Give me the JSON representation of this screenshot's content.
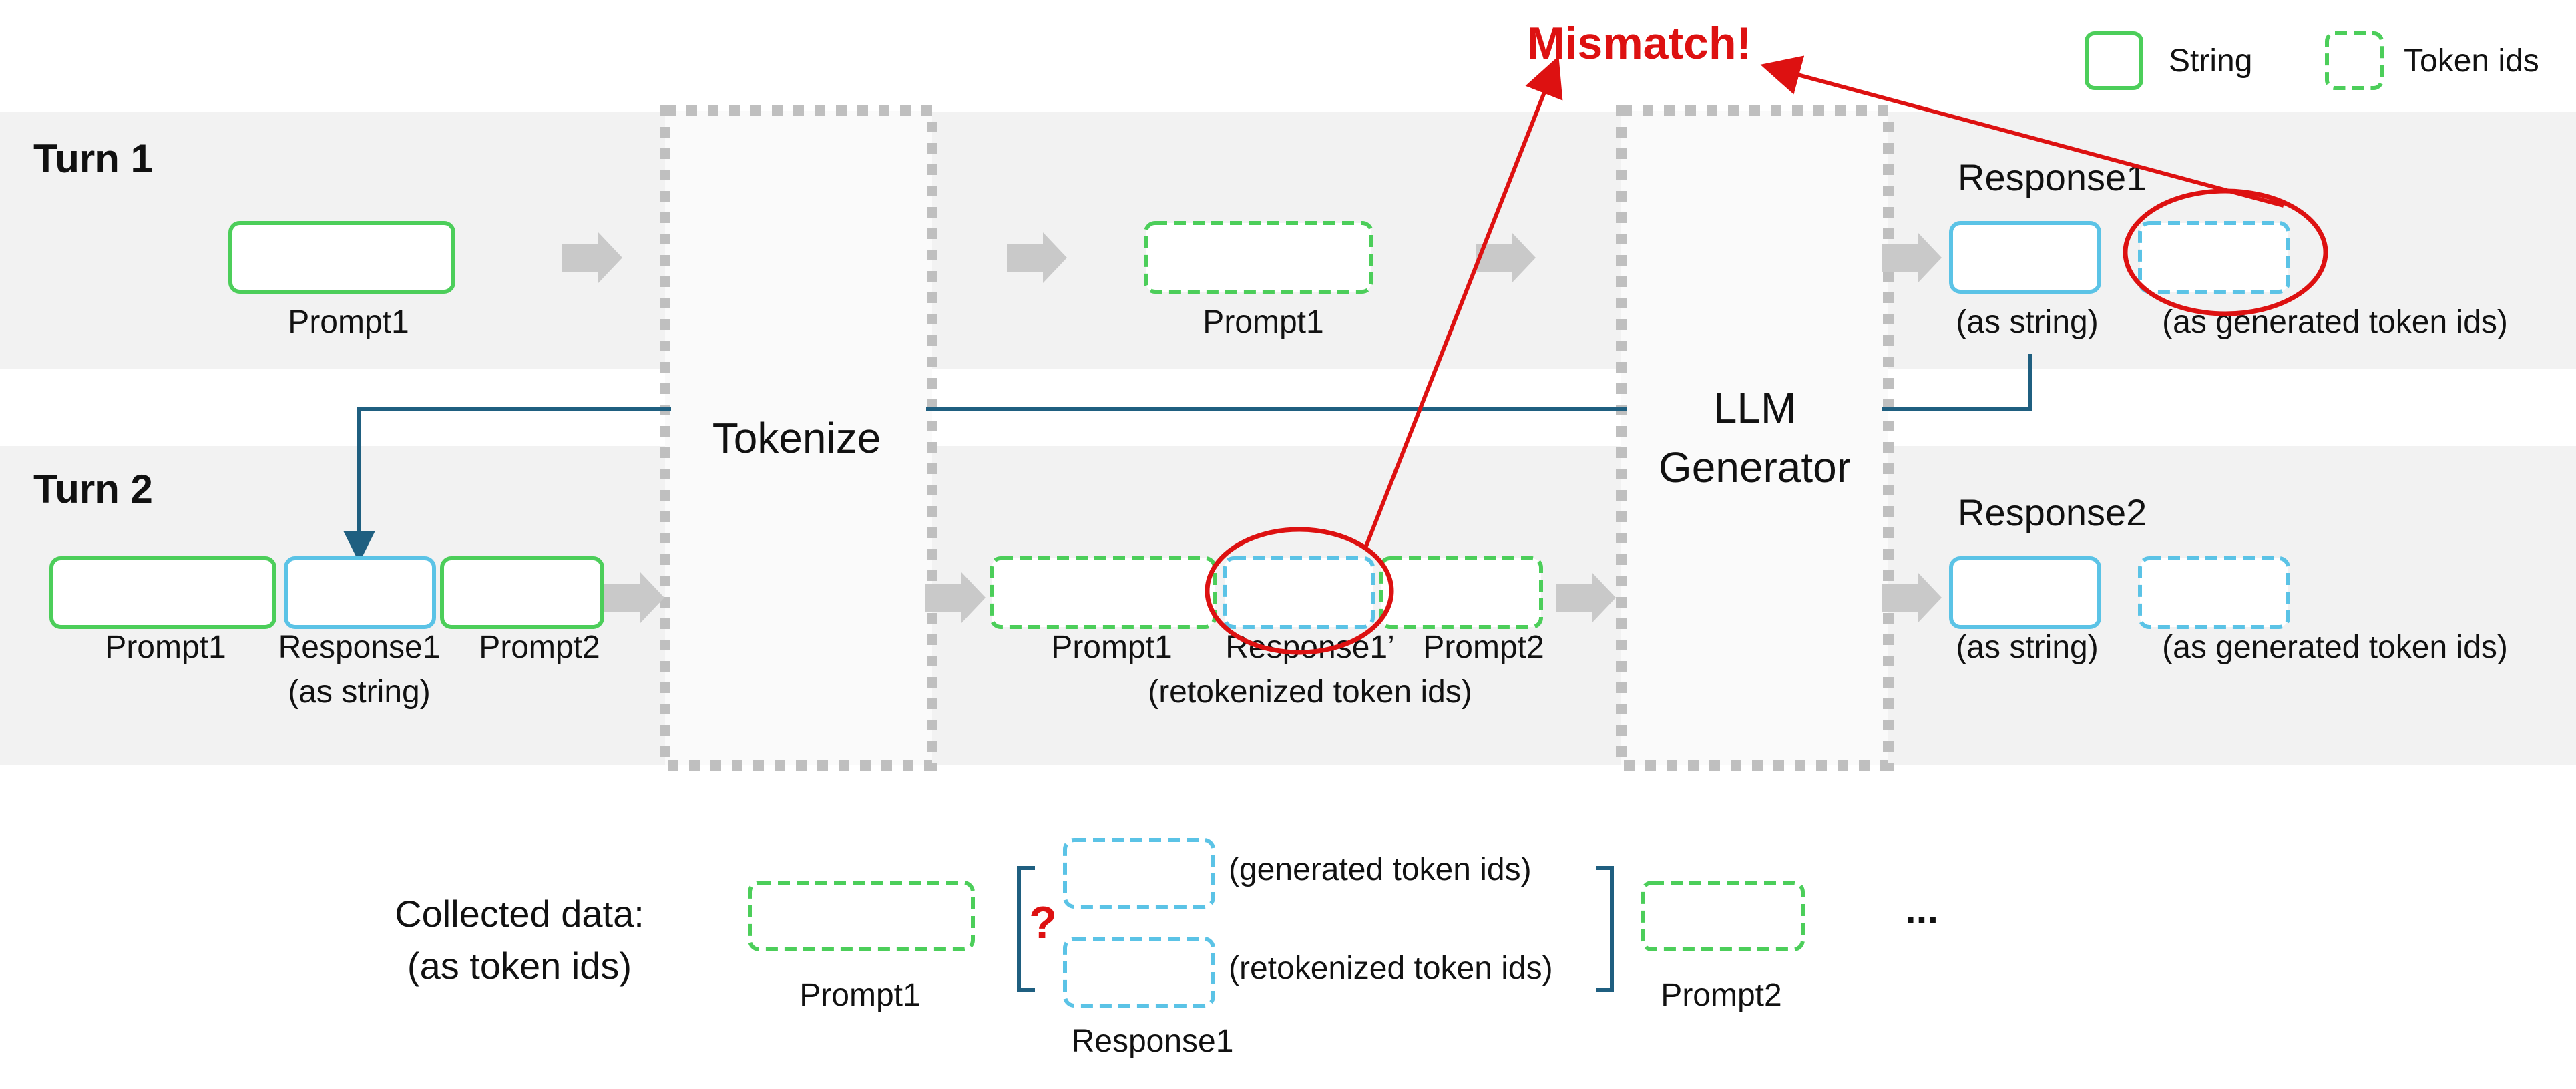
{
  "colors": {
    "string_green": "#4cce5a",
    "token_blue": "#5bc3e6",
    "band_gray": "#f2f2f2",
    "dotted_gray": "#bfbfbf",
    "arrow_gray": "#c9c9c9",
    "flow_blue": "#1f5f80",
    "mismatch_red": "#dd1111"
  },
  "legend": {
    "string_label": "String",
    "token_label": "Token ids"
  },
  "mismatch_label": "Mismatch!",
  "stages": {
    "tokenize": "Tokenize",
    "generator_line1": "LLM",
    "generator_line2": "Generator"
  },
  "turn1": {
    "title": "Turn 1",
    "prompt1_label": "Prompt1",
    "token_prompt1_label": "Prompt1",
    "response_title": "Response1",
    "as_string": "(as string)",
    "as_generated": "(as generated token ids)"
  },
  "turn2": {
    "title": "Turn 2",
    "prompt1_label": "Prompt1",
    "response1_label": "Response1",
    "response1_sub": "(as string)",
    "prompt2_label": "Prompt2",
    "token_prompt1_label": "Prompt1",
    "token_response1_label": "Response1’",
    "token_prompt2_label": "Prompt2",
    "retokenized_sub": "(retokenized token ids)",
    "response_title": "Response2",
    "as_string": "(as string)",
    "as_generated": "(as generated token ids)"
  },
  "collected": {
    "label_line1": "Collected data:",
    "label_line2": "(as token ids)",
    "prompt1_label": "Prompt1",
    "question_mark": "?",
    "generated_label": "(generated token ids)",
    "retokenized_label": "(retokenized token ids)",
    "response1_label": "Response1",
    "prompt2_label": "Prompt2",
    "ellipsis": "..."
  }
}
